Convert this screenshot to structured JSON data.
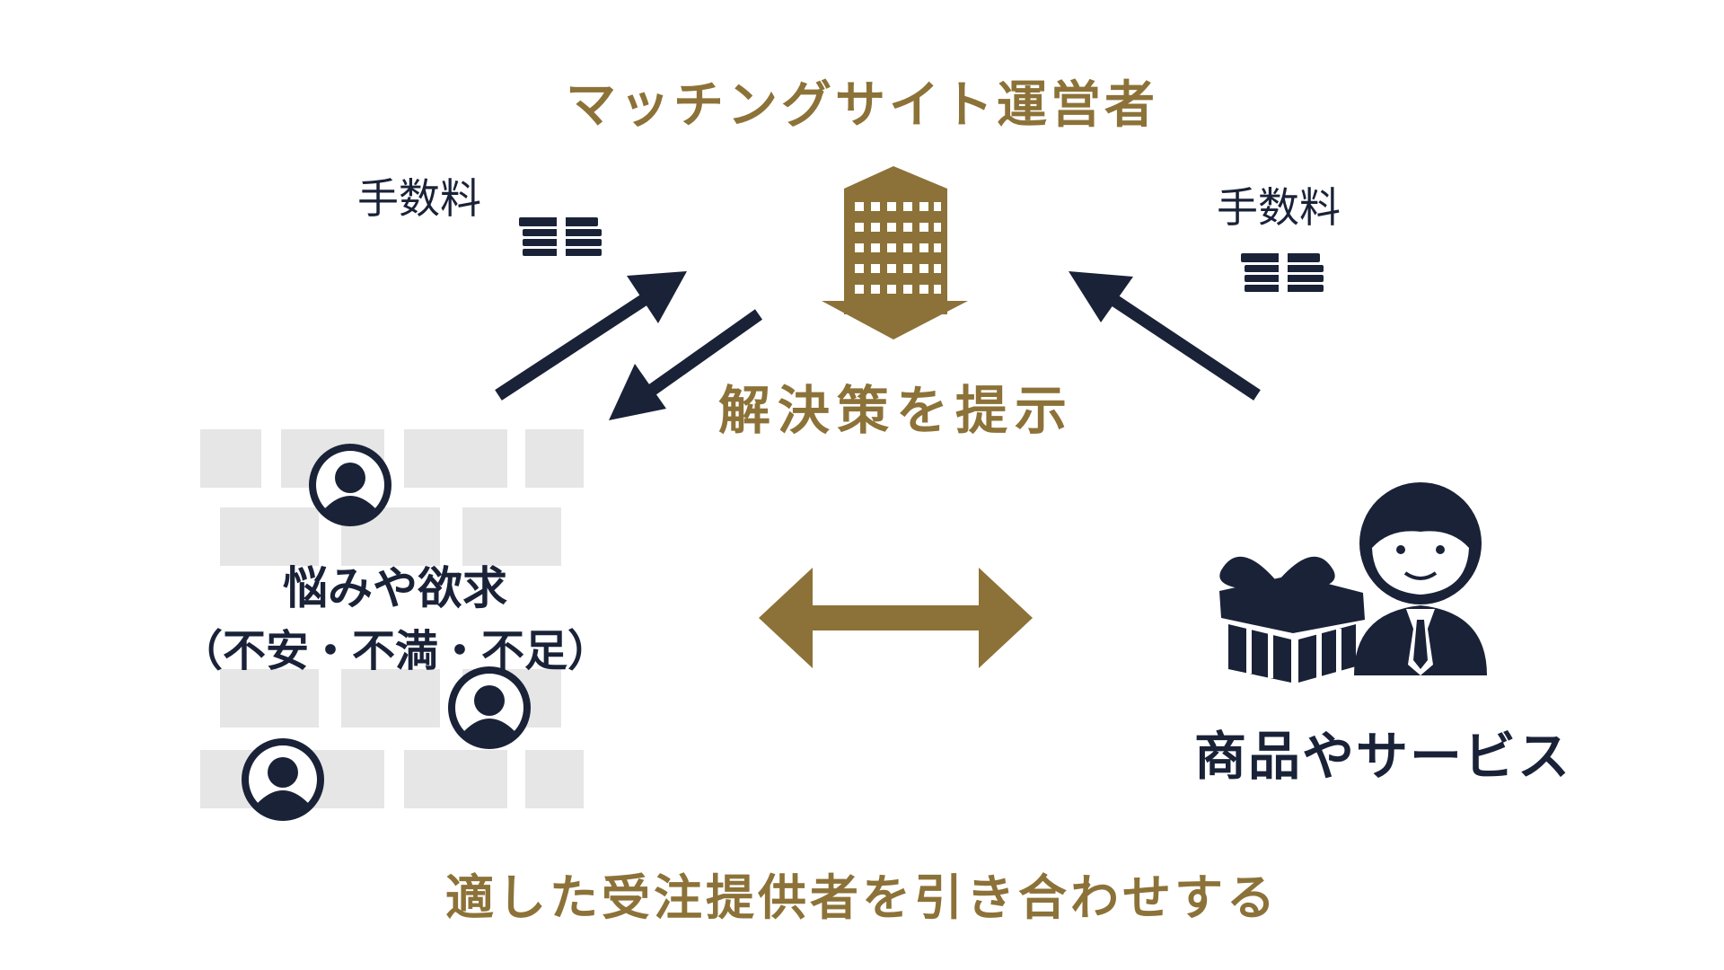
{
  "diagram": {
    "title": "マッチングサイト運営者",
    "fee_left": "手数料",
    "fee_right": "手数料",
    "solution": "解決策を提示",
    "worries_line1": "悩みや欲求",
    "worries_line2": "（不安・不満・不足）",
    "products": "商品やサービス",
    "bottom": "適した受注提供者を引き合わせする"
  },
  "colors": {
    "gold": "#8c7238",
    "navy": "#1a2238",
    "brick": "#e6e6e6"
  },
  "icons": [
    "building-icon",
    "money-icon",
    "person-icon",
    "gift-icon",
    "businessman-icon",
    "arrow-icon"
  ]
}
